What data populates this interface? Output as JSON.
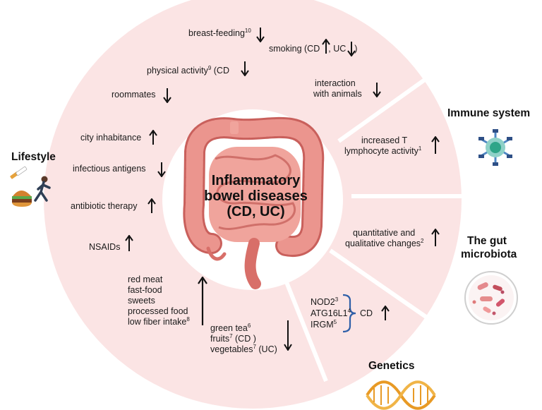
{
  "center": {
    "line1": "Inflammatory",
    "line2": "bowel diseases",
    "line3": "(CD, UC)"
  },
  "sections": {
    "lifestyle": {
      "title": "Lifestyle",
      "icon": "lifestyle-icon"
    },
    "immune": {
      "title": "Immune system",
      "icon": "immune-cell-icon"
    },
    "microbiota": {
      "title_line1": "The gut",
      "title_line2": "microbiota",
      "icon": "petri-dish-bacteria-icon"
    },
    "genetics": {
      "title": "Genetics",
      "icon": "dna-helix-icon"
    }
  },
  "factors": {
    "breastfeeding": {
      "text": "breast-feeding",
      "ref": "10",
      "direction": "down"
    },
    "smoking": {
      "prefix": "smoking (CD",
      "mid": ", UC",
      "suffix": ")"
    },
    "physical_activity": {
      "text": "physical activity",
      "ref": "9",
      "suffix": " (CD",
      "direction": "down"
    },
    "animals": {
      "line1": "interaction",
      "line2": "with animals",
      "direction": "down"
    },
    "roommates": {
      "text": "roommates",
      "direction": "down"
    },
    "city": {
      "text": "city inhabitance",
      "direction": "up"
    },
    "infectious": {
      "text": "infectious antigens",
      "direction": "down"
    },
    "antibiotic": {
      "text": "antibiotic therapy",
      "direction": "up"
    },
    "nsaids": {
      "text": "NSAIDs",
      "direction": "up"
    },
    "diet": {
      "items": [
        "red meat",
        "fast-food",
        "sweets",
        "processed food",
        "low fiber intake"
      ],
      "last_ref": "8",
      "direction": "up"
    },
    "protective_diet": {
      "green_tea": "green tea",
      "green_tea_ref": "6",
      "fruits": "fruits",
      "fruits_ref": "7",
      "fruits_suffix": " (CD )",
      "vegetables": "vegetables",
      "vegetables_ref": "7",
      "vegetables_suffix": " (UC)",
      "direction": "down"
    },
    "t_cells": {
      "line1": "increased T",
      "line2": "lymphocyte activity",
      "ref": "1",
      "direction": "up"
    },
    "microbiota_change": {
      "line1": "quantitative and",
      "line2": "qualitative changes",
      "ref": "2",
      "direction": "up"
    },
    "genes": {
      "items": [
        {
          "name": "NOD2",
          "ref": "3"
        },
        {
          "name": "ATG16L1",
          "ref": "4"
        },
        {
          "name": "IRGM",
          "ref": "5"
        }
      ],
      "result": "CD",
      "direction": "up"
    }
  },
  "colors": {
    "ring": "#fbe4e4",
    "center": "#ffffff",
    "intestine": "#e88a84",
    "intestine_dark": "#c9605c",
    "brace": "#2f5fa8",
    "dna": "#e89a25"
  }
}
